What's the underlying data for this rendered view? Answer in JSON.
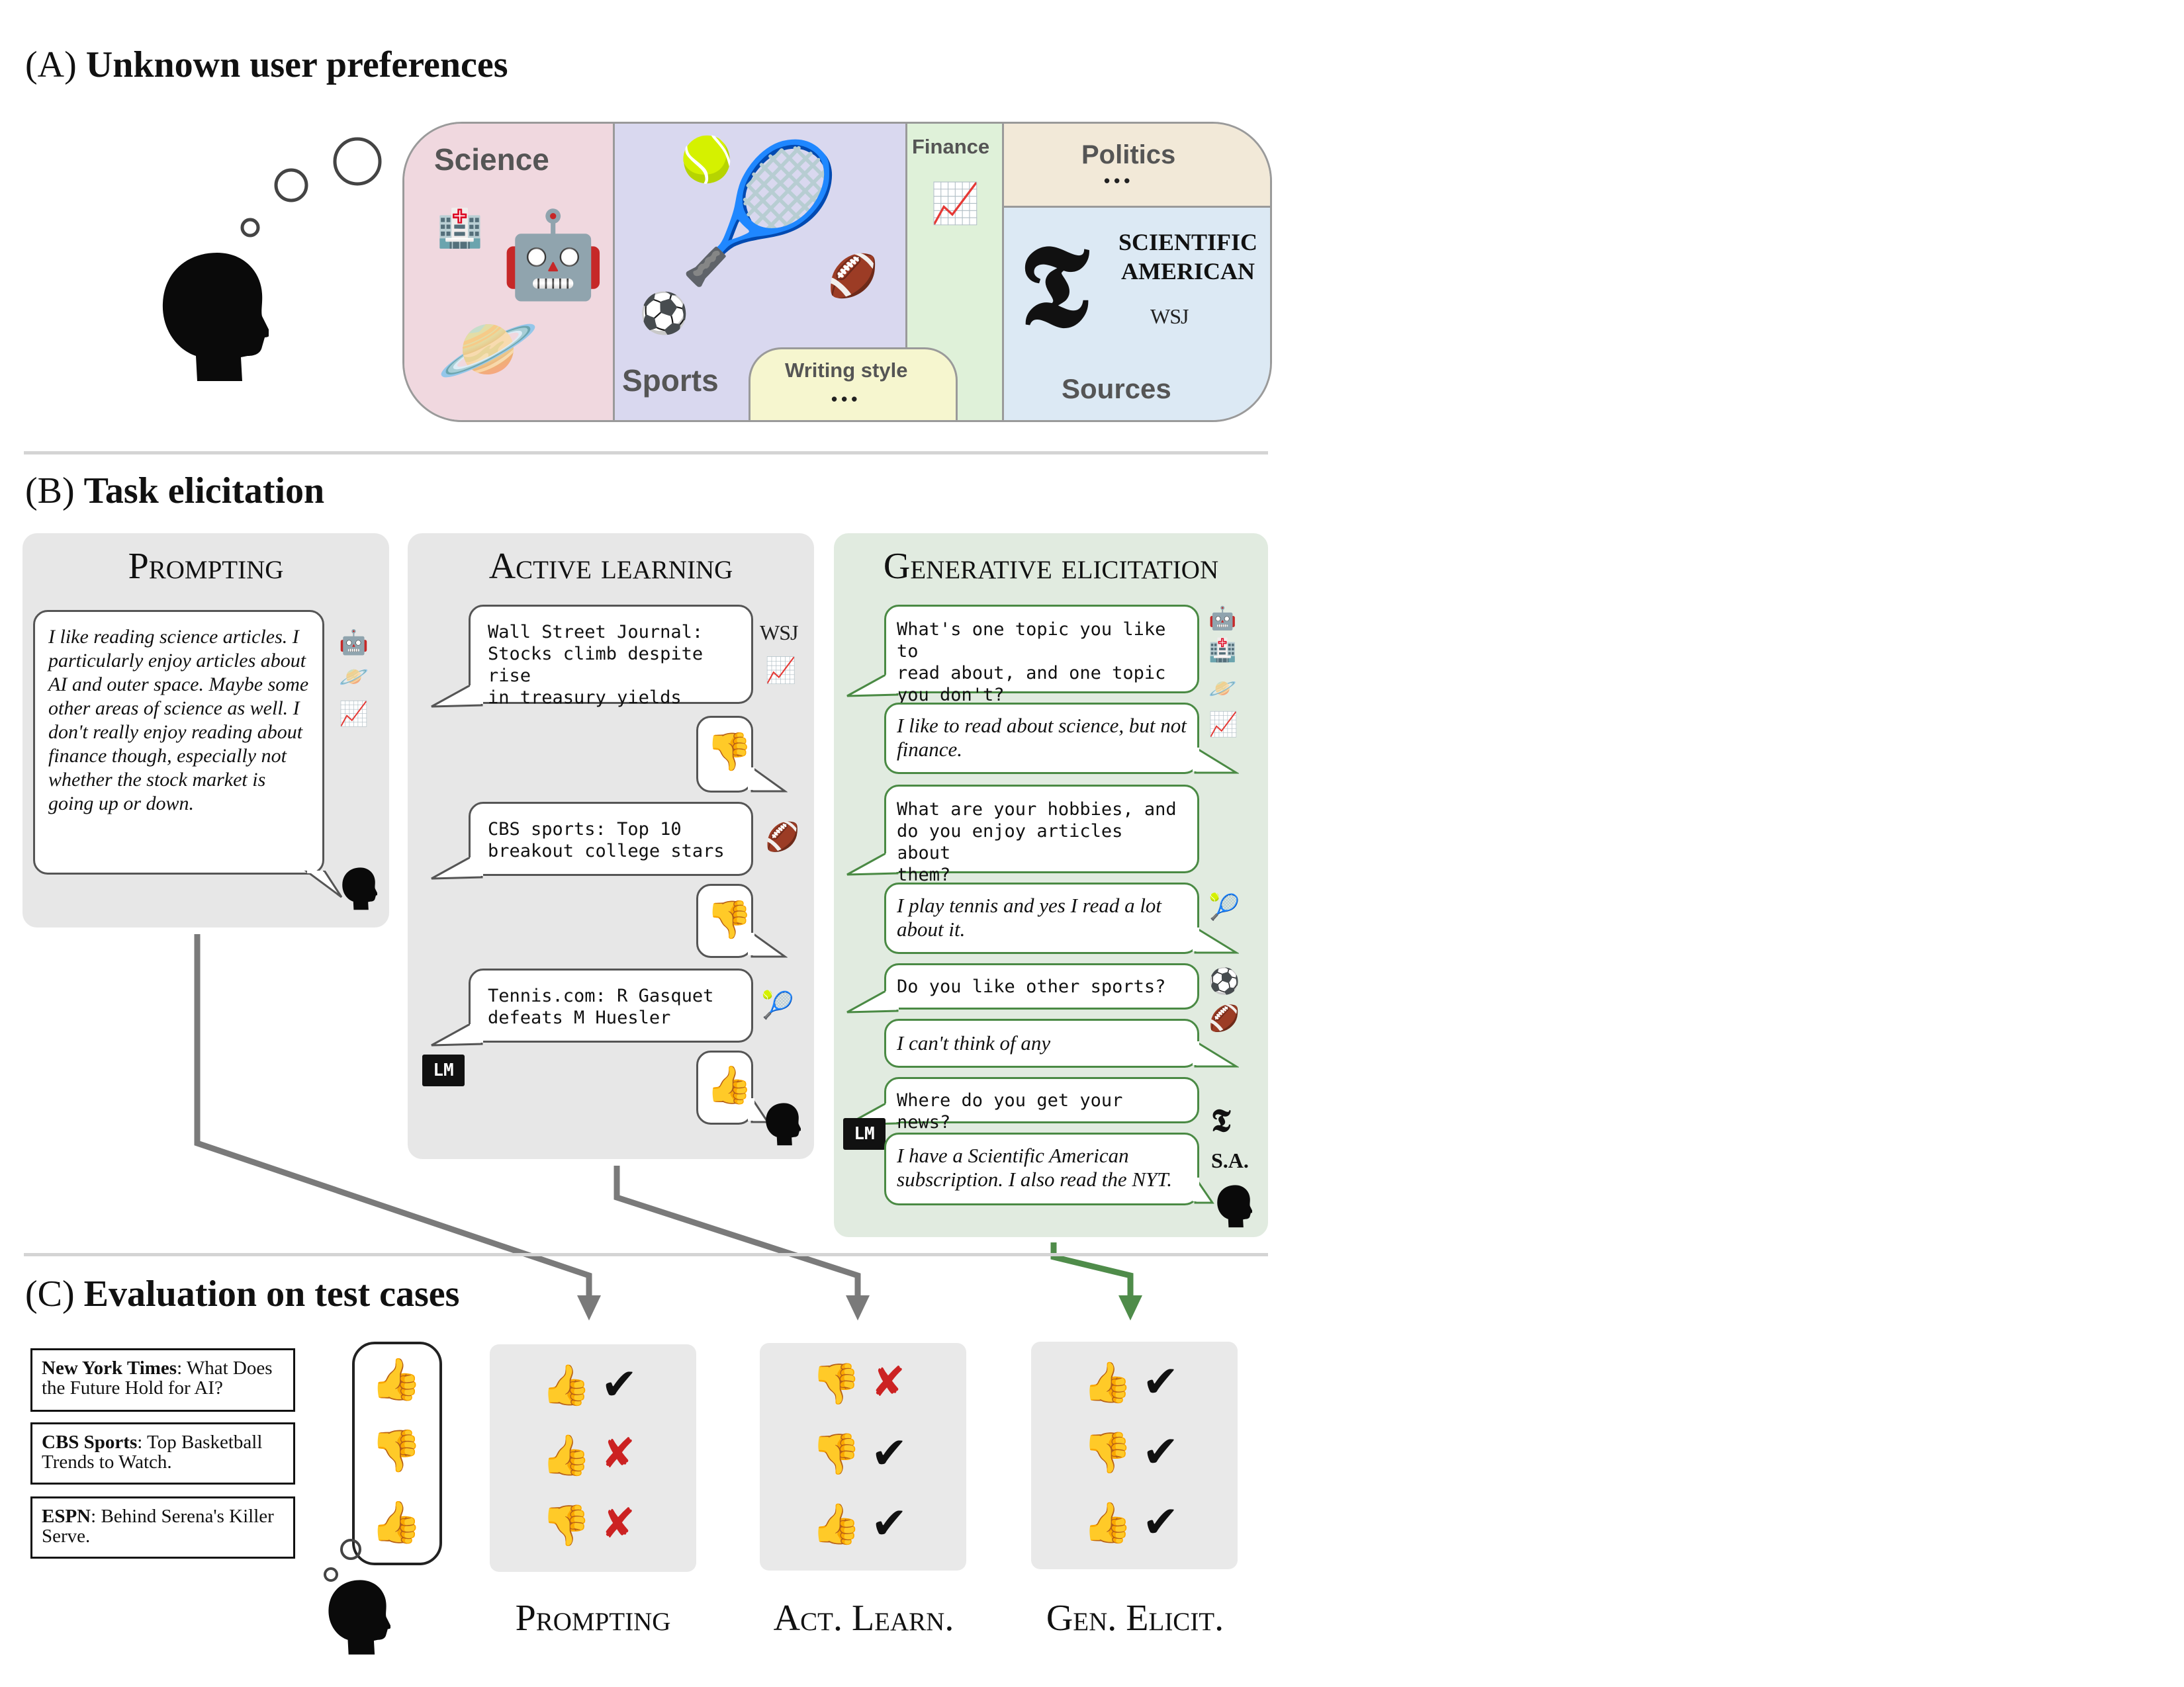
{
  "section_a": {
    "prefix": "(A)",
    "title": "Unknown user preferences",
    "categories": {
      "science": "Science",
      "sports": "Sports",
      "finance": "Finance",
      "politics": "Politics",
      "writing_style": "Writing style",
      "sources": "Sources"
    },
    "ellipsis": "•••",
    "sources_logos": {
      "nyt": "𝕿",
      "sciam_line1": "SCIENTIFIC",
      "sciam_line2": "AMERICAN",
      "wsj": "WSJ"
    },
    "colors": {
      "science": "#f0d8df",
      "sports": "#d9d8ef",
      "finance": "#dff1d9",
      "politics": "#f2e9d8",
      "writing_style": "#f6f6cf",
      "sources": "#dce9f4"
    }
  },
  "section_b": {
    "prefix": "(B)",
    "title": "Task elicitation",
    "prompting": {
      "title": "Prompting",
      "text": "I like reading science articles. I particularly enjoy articles about AI and outer space. Maybe some other areas of science as well. I don't really enjoy reading about finance though, especially not whether the stock market is going up or down."
    },
    "active_learning": {
      "title": "Active learning",
      "q1": "Wall Street Journal:\nStocks climb despite rise\nin treasury yields",
      "q1_logo": "WSJ",
      "q2": "CBS sports: Top 10\nbreakout college stars",
      "q3": "Tennis.com: R Gasquet\ndefeats M Huesler",
      "lm_badge": "LM"
    },
    "generative": {
      "title": "Generative elicitation",
      "q1": "What's one topic you like to\nread about, and one topic\nyou don't?",
      "a1": "I like to read about science, but not finance.",
      "q2": "What are your hobbies, and\ndo you enjoy articles about\nthem?",
      "a2": "I play tennis and yes I read a lot about it.",
      "q3": "Do you like other sports?",
      "a3": "I can't think of any",
      "q4": "Where do you get your news?",
      "a4": "I have a Scientific American subscription. I also read the NYT.",
      "nyt_logo": "𝕿",
      "sa_logo": "S.A.",
      "lm_badge": "LM"
    }
  },
  "section_c": {
    "prefix": "(C)",
    "title": "Evaluation on test cases",
    "test_cases": [
      {
        "source": "New York Times",
        "headline": ": What Does the Future Hold for AI?"
      },
      {
        "source": "CBS Sports",
        "headline": ": Top Basketball Trends to Watch."
      },
      {
        "source": "ESPN",
        "headline": ": Behind Serena's Killer Serve."
      }
    ],
    "ground_truth": [
      "like",
      "dislike",
      "like"
    ],
    "methods": [
      {
        "label": "Prompting",
        "predictions": [
          "like",
          "like",
          "dislike"
        ],
        "correct": [
          true,
          false,
          false
        ]
      },
      {
        "label": "Act. Learn.",
        "predictions": [
          "dislike",
          "dislike",
          "like"
        ],
        "correct": [
          false,
          true,
          true
        ]
      },
      {
        "label": "Gen. Elicit.",
        "predictions": [
          "like",
          "dislike",
          "like"
        ],
        "correct": [
          true,
          true,
          true
        ]
      }
    ]
  },
  "glyphs": {
    "thumbs_up": "👍",
    "thumbs_down": "👎",
    "check": "✔",
    "cross": "✘",
    "robot": "🤖",
    "hospital": "🏥",
    "planet": "🪐",
    "chart": "📈",
    "tennis": "🎾",
    "soccer": "⚽",
    "football": "🏈"
  }
}
